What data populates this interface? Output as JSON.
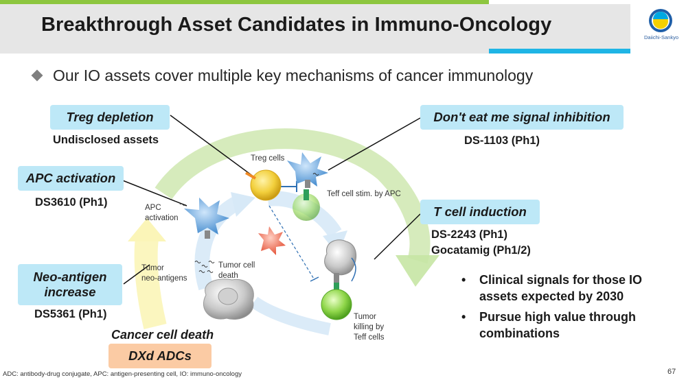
{
  "header": {
    "title": "Breakthrough Asset Candidates in Immuno-Oncology",
    "logo_text": "Daiichi-Sankyo"
  },
  "subtitle": "Our IO assets cover multiple key mechanisms of cancer immunology",
  "mechanisms": {
    "treg": {
      "label": "Treg depletion",
      "assets": [
        "Undisclosed assets"
      ]
    },
    "dont_eat": {
      "label": "Don't eat me signal inhibition",
      "assets": [
        "DS-1103 (Ph1)"
      ]
    },
    "apc": {
      "label": "APC activation",
      "assets": [
        "DS3610 (Ph1)"
      ]
    },
    "tcell": {
      "label": "T cell induction",
      "assets": [
        "DS-2243 (Ph1)",
        "Gocatamig (Ph1/2)"
      ]
    },
    "neo": {
      "label": "Neo-antigen increase",
      "label_lines": [
        "Neo-antigen",
        "increase"
      ],
      "assets": [
        "DS5361 (Ph1)"
      ]
    }
  },
  "diagram_labels": {
    "treg_cells": "Treg cells",
    "teff_stim": "Teff cell stim. by APC",
    "apc_activation": [
      "APC",
      "activation"
    ],
    "tumor_neo": [
      "Tumor",
      "neo-antigens"
    ],
    "tumor_death": [
      "Tumor cell",
      "death"
    ],
    "tumor_killing": [
      "Tumor",
      "killing by",
      "Teff cells"
    ]
  },
  "cancer_cell_death": "Cancer cell death",
  "dxd_adcs": "DXd ADCs",
  "bullets": [
    "Clinical signals for those IO assets expected by 2030",
    "Pursue high value through combinations"
  ],
  "bullet_marker": "•",
  "footnote": "ADC: antibody-drug conjugate, APC: antigen-presenting cell, IO: immuno-oncology",
  "page_number": "67",
  "colors": {
    "header_bg": "#e6e6e6",
    "green_bar": "#8dc63f",
    "cyan_bar": "#1fb5e5",
    "label_box": "#bde8f7",
    "dxd_box": "#fbcba4"
  }
}
